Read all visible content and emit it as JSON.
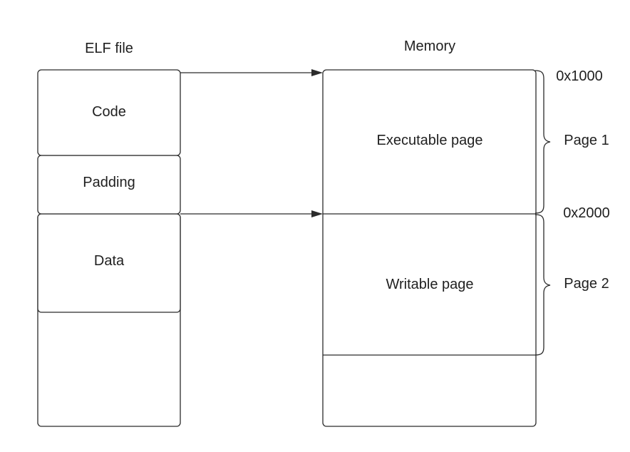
{
  "elf": {
    "title": "ELF file",
    "sections": {
      "code": "Code",
      "padding": "Padding",
      "data": "Data"
    }
  },
  "memory": {
    "title": "Memory",
    "pages": {
      "executable": "Executable page",
      "writable": "Writable page"
    },
    "addresses": {
      "page1_start": "0x1000",
      "page2_start": "0x2000"
    },
    "brace_labels": {
      "page1": "Page 1",
      "page2": "Page 2"
    }
  }
}
